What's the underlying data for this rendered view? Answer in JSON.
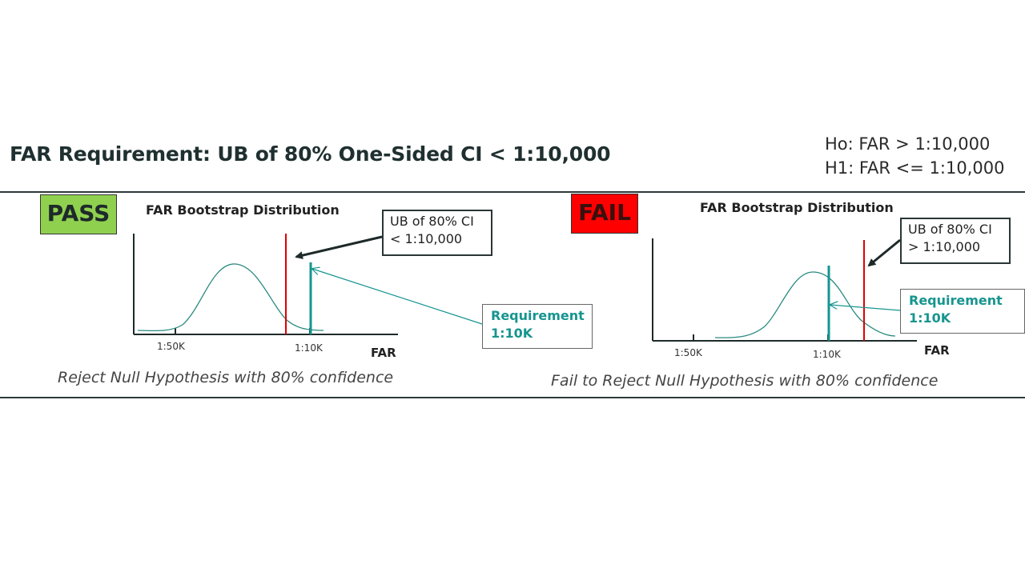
{
  "title": "FAR Requirement:  UB of 80% One-Sided CI < 1:10,000",
  "hypotheses": {
    "ho": "Ho:  FAR > 1:10,000",
    "h1": "H1:  FAR <= 1:10,000"
  },
  "colors": {
    "pass": "#8fd14f",
    "fail": "#ff0000",
    "requirement": "#16958f",
    "ub_line": "#e00000",
    "curve": "#2a8a80"
  },
  "pass_panel": {
    "badge": "PASS",
    "chart_title": "FAR Bootstrap Distribution",
    "ub_callout": [
      "UB of 80% CI",
      "< 1:10,000"
    ],
    "requirement": [
      "Requirement",
      "1:10K"
    ],
    "ticks": [
      "1:50K",
      "1:10K"
    ],
    "axis_label": "FAR",
    "conclusion": "Reject Null Hypothesis with 80% confidence"
  },
  "fail_panel": {
    "badge": "FAIL",
    "chart_title": "FAR Bootstrap Distribution",
    "ub_callout": [
      "UB of 80% CI",
      "> 1:10,000"
    ],
    "requirement": [
      "Requirement",
      "1:10K"
    ],
    "ticks": [
      "1:50K",
      "1:10K"
    ],
    "axis_label": "FAR",
    "conclusion": "Fail to Reject Null Hypothesis with 80% confidence"
  }
}
